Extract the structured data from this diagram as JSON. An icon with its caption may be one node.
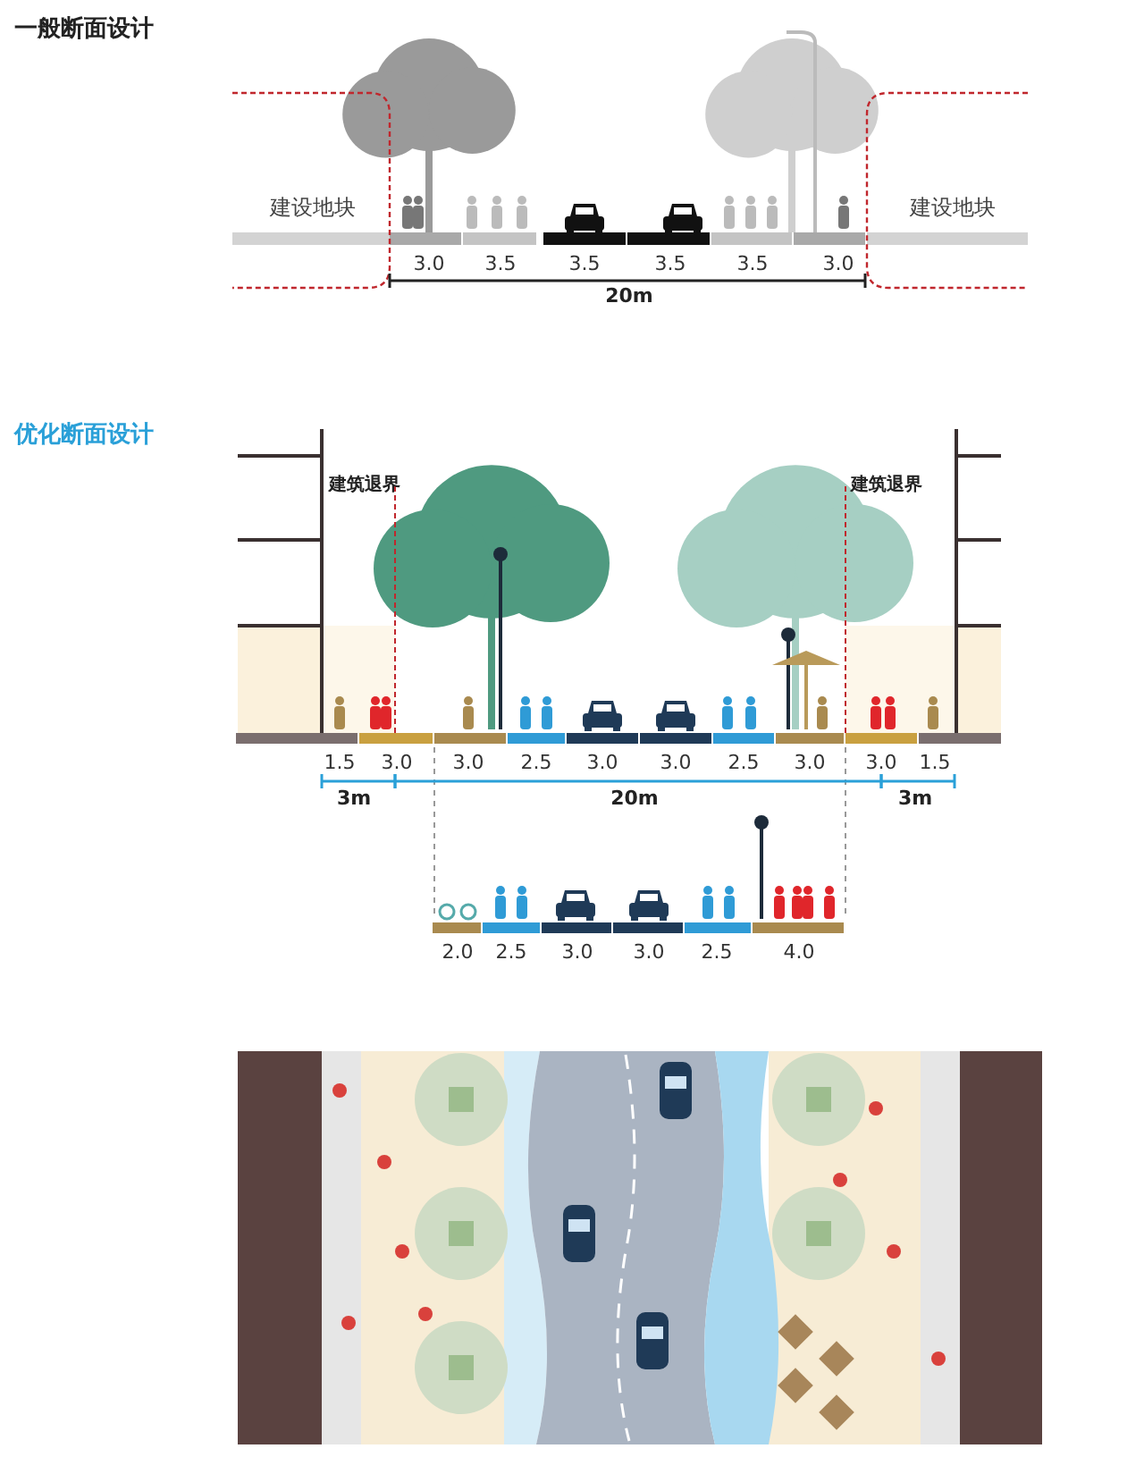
{
  "diagram": {
    "labels": [
      "一般断面设计",
      "建设地块",
      "建设地块",
      "3.0",
      "3.5",
      "3.5",
      "3.5",
      "3.5",
      "3.0",
      "20m",
      "优化断面设计",
      "建筑退界",
      "建筑退界",
      "1.5",
      "3.0",
      "3.0",
      "2.5",
      "3.0",
      "3.0",
      "2.5",
      "3.0",
      "3.0",
      "1.5",
      "3m",
      "20m",
      "3m",
      "2.0",
      "2.5",
      "3.0",
      "3.0",
      "2.5",
      "4.0"
    ]
  }
}
